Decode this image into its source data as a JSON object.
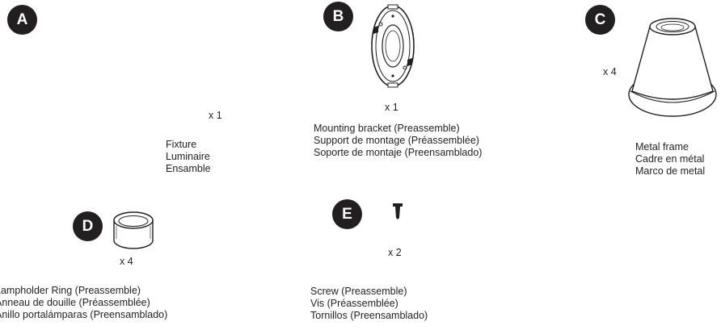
{
  "parts": {
    "A": {
      "badge": "A",
      "qty": "x 1",
      "names": [
        "Fixture",
        "Luminaire",
        "Ensamble"
      ]
    },
    "B": {
      "badge": "B",
      "qty": "x 1",
      "names": [
        "Mounting bracket  (Preassemble)",
        "Support de montage  (Préassemblée)",
        "Soporte de montaje  (Preensamblado)"
      ]
    },
    "C": {
      "badge": "C",
      "qty": "x 4",
      "names": [
        "Metal frame",
        "Cadre en métal",
        "Marco de metal"
      ]
    },
    "D": {
      "badge": "D",
      "qty": "x 4",
      "names": [
        "Lampholder Ring (Preassemble)",
        "Anneau de douille (Préassemblée)",
        "Anillo portalámparas (Preensamblado)"
      ]
    },
    "E": {
      "badge": "E",
      "qty": "x 2",
      "names": [
        "Screw (Preassemble)",
        "Vis (Préassemblée)",
        "Tornillos (Preensamblado)"
      ]
    }
  }
}
